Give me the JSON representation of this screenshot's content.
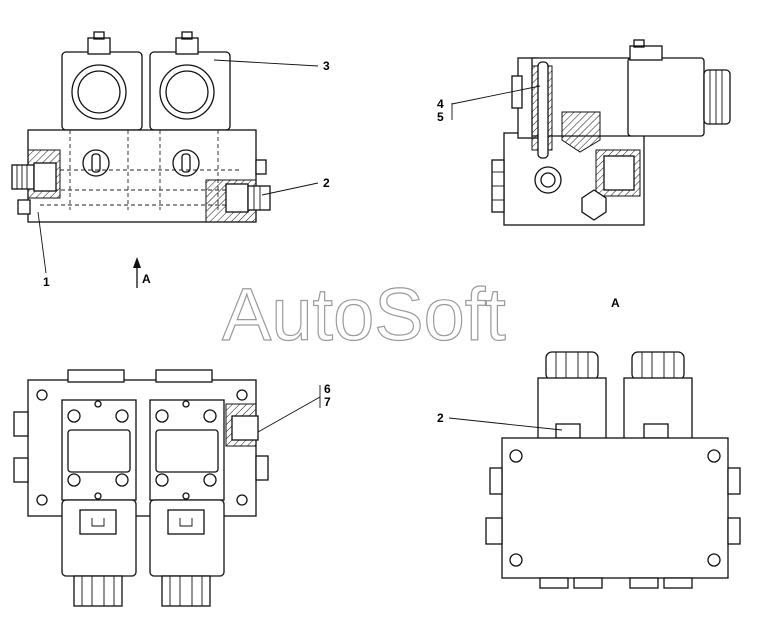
{
  "watermark": "AutoSoft",
  "callouts": {
    "c1": "1",
    "c2a": "2",
    "c2b": "2",
    "c3": "3",
    "c4": "4",
    "c5": "5",
    "c6": "6",
    "c7": "7"
  },
  "view_labels": {
    "arrow_a": "A",
    "view_a": "A"
  }
}
